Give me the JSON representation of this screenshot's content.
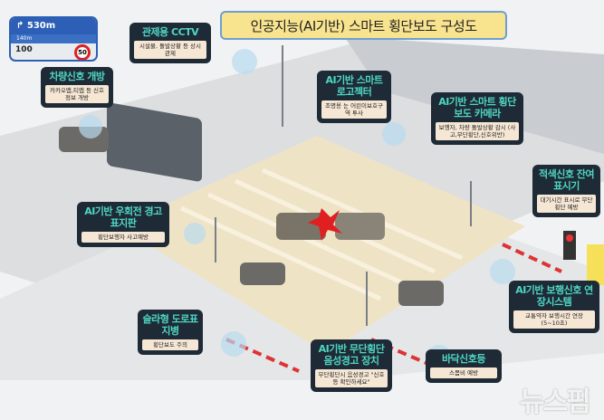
{
  "title": "인공지능(AI기반) 스마트 횡단보도 구성도",
  "phone": {
    "distance": "530m",
    "sub_distance": "140m",
    "speed": "100",
    "limit": "50"
  },
  "callouts": [
    {
      "id": "cctv",
      "title": "관제용 CCTV",
      "desc": "시설물, 돌발상황 등 상시 관제"
    },
    {
      "id": "vehicle-signal",
      "title": "차량신호 개방",
      "desc": "카카오맵,티맵 등 신호정보 개방"
    },
    {
      "id": "logojector",
      "title": "AI기반 스마트 로고젝터",
      "desc": "조명용 눈 어린이보호구역 투사"
    },
    {
      "id": "camera",
      "title": "AI기반 스마트 횡단보도 카메라",
      "desc": "보행자, 차량 돌발상황 감시 (사고,무단횡단,신호위반)"
    },
    {
      "id": "red-timer",
      "title": "적색신호 잔여표시기",
      "desc": "대기시간 표시로 무단횡단 예방"
    },
    {
      "id": "right-turn",
      "title": "AI기반 우회전 경고 표지판",
      "desc": "횡단보행자 사고예방"
    },
    {
      "id": "road-stud",
      "title": "슬라형 도로표지병",
      "desc": "횡단보도 주의"
    },
    {
      "id": "voice-warning",
      "title": "AI기반 무단횡단 음성경고 장치",
      "desc": "무단횡단시 음성경고 \"신호등 확인하세요\""
    },
    {
      "id": "floor-light",
      "title": "바닥신호등",
      "desc": "스몸비 예방"
    },
    {
      "id": "signal-extend",
      "title": "AI기반 보행신호 연장시스템",
      "desc": "교통약자 보행시간 연장 (5~10초)"
    }
  ],
  "watermark": "뉴스핌",
  "colors": {
    "panel": "#1e2a35",
    "heading": "#4fd6c4",
    "desc_bg": "#f6e7d5",
    "title_bg": "#f8e38e",
    "crosswalk": "#efe3c6"
  }
}
